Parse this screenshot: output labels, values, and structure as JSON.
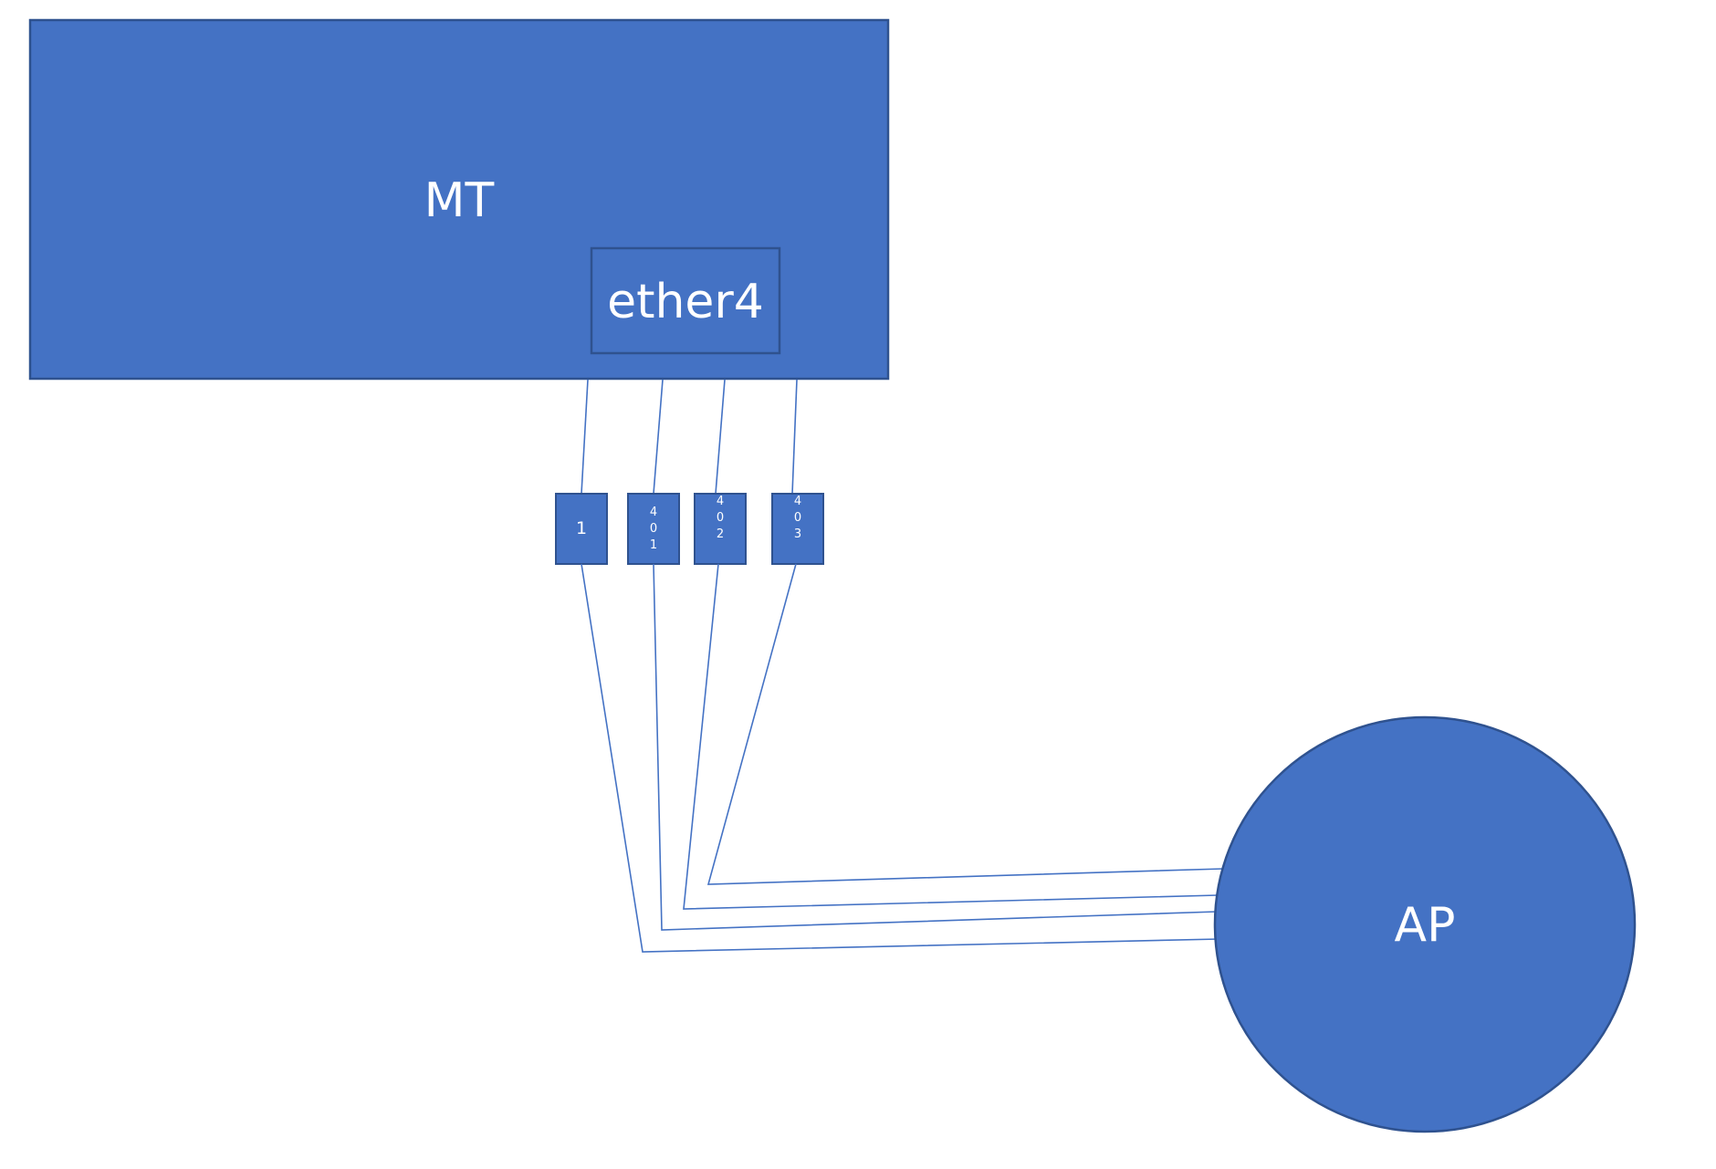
{
  "colors": {
    "fill": "#4472C4",
    "stroke": "#2F528F",
    "wire": "#4472C4",
    "text": "#FFFFFF"
  },
  "router": {
    "label": "MT",
    "port_label": "ether4"
  },
  "access_point": {
    "label": "AP"
  },
  "vlans": [
    {
      "id": "1",
      "lines": [
        "1"
      ]
    },
    {
      "id": "401",
      "lines": [
        "4",
        "0",
        "1"
      ]
    },
    {
      "id": "402",
      "lines": [
        "4",
        "0",
        "2"
      ]
    },
    {
      "id": "403",
      "lines": [
        "4",
        "0",
        "3"
      ]
    }
  ]
}
